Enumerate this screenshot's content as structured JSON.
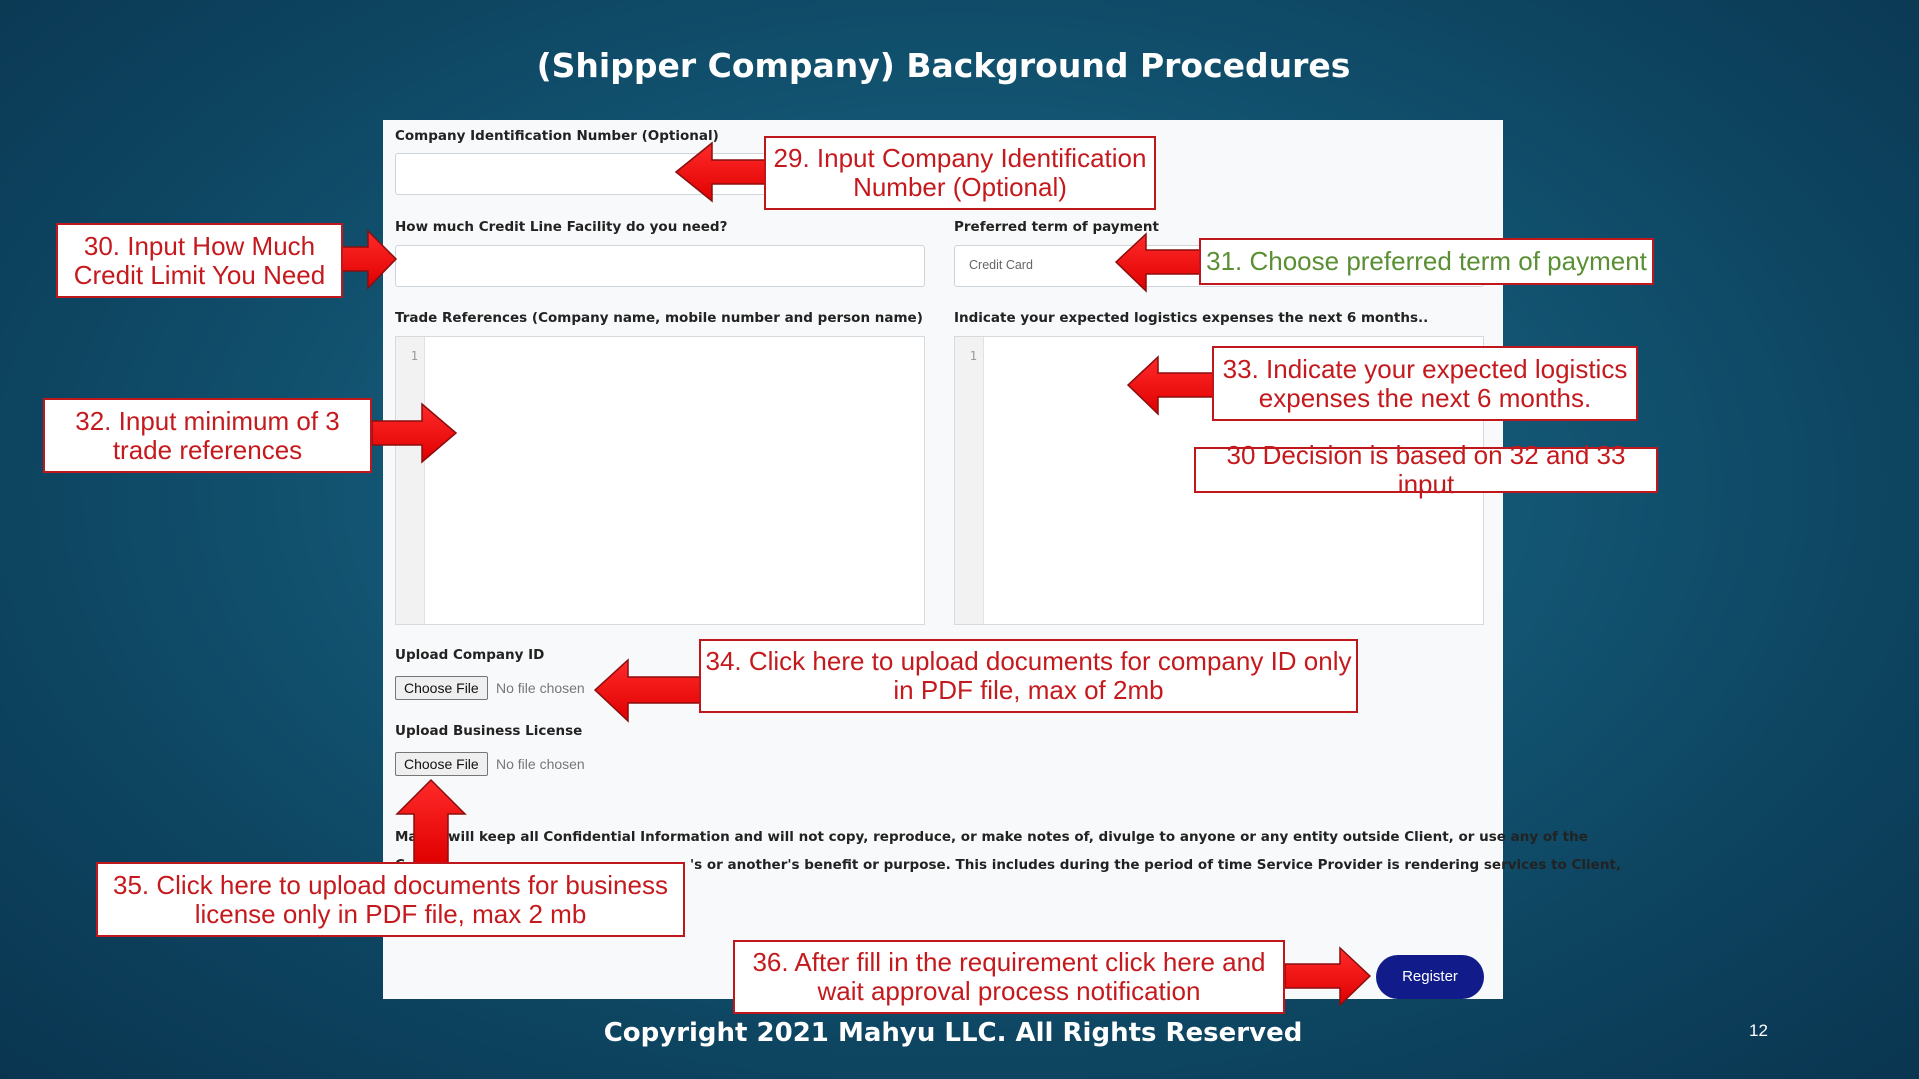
{
  "slide": {
    "title": "(Shipper Company) Background Procedures",
    "footer": "Copyright 2021 Mahyu LLC. All Rights Reserved",
    "page_number": "12"
  },
  "form": {
    "company_id_label": "Company Identification Number (Optional)",
    "credit_line_label": "How much Credit Line Facility do you need?",
    "payment_term_label": "Preferred term of payment",
    "payment_term_value": "Credit Card",
    "trade_refs_label": "Trade References (Company name, mobile number and person name)",
    "expenses_label": "Indicate your expected logistics expenses the next 6 months..",
    "editor_line": "1",
    "upload_company_id_label": "Upload Company ID",
    "upload_business_license_label": "Upload Business License",
    "choose_file": "Choose File",
    "no_file": "No file chosen",
    "confidential_line1_a": "Ma",
    "confidential_line1_b": "will keep all Confidential Information and will not copy, reproduce, or make notes of, divulge to anyone or any entity outside Client, or use any of the",
    "confidential_line2_a": "C",
    "confidential_line2_b": "'s or another's benefit or purpose. This includes during the period of time Service Provider is rendering services to Client,",
    "register_label": "Register"
  },
  "callouts": {
    "c29": "29. Input Company Identification\nNumber (Optional)",
    "c30": "30. Input How Much\nCredit Limit You Need",
    "c31": "31. Choose preferred term of payment",
    "c32": "32. Input minimum of 3\ntrade references",
    "c33": "33. Indicate your expected logistics\nexpenses the next 6 months.",
    "c30b": "30 Decision is based on 32 and 33 input",
    "c34": "34. Click here to upload documents for company ID only\nin  PDF file, max of 2mb",
    "c35": "35. Click here to upload documents for business\nlicense only in  PDF file, max 2 mb",
    "c36": "36. After fill in the requirement click here and\nwait approval process notification"
  },
  "colors": {
    "callout_red": "#c41a1e",
    "callout_green": "#5a8f34",
    "arrow_red": "#ff0000",
    "register_button": "#111c8a"
  }
}
